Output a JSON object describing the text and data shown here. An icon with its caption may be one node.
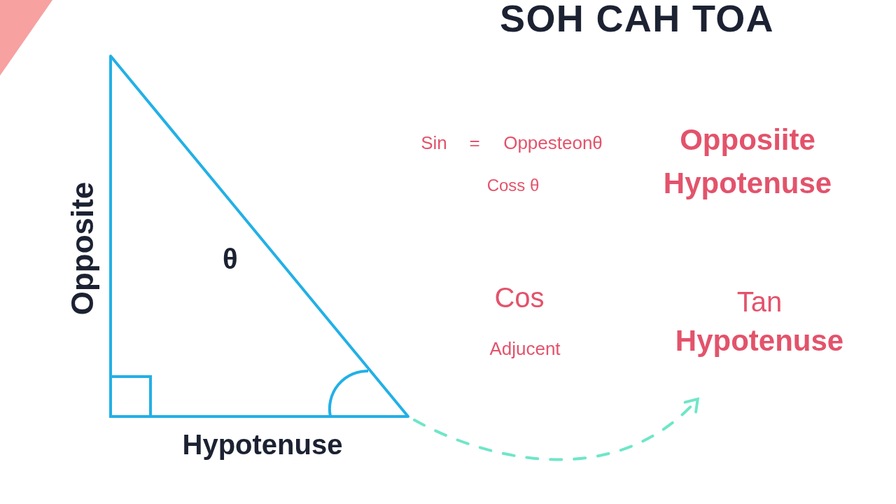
{
  "diagram": {
    "title": "SOH CAH TOA",
    "nodes": [
      {
        "text": [
          "θ"
        ]
      },
      {
        "text": [
          "Tan",
          "Hypotenuse"
        ]
      }
    ],
    "edges": [
      {
        "from": 0,
        "to": 1,
        "arrow": "to",
        "style": "dashed",
        "color": "#6ee6c8"
      }
    ],
    "labels": [
      "Sin",
      "=",
      "Oppesteonθ",
      "Opposiite",
      "Coss θ",
      "Hypotenuse",
      "Opposite",
      "Cos",
      "Adjucent",
      "Hypotenuse"
    ]
  }
}
